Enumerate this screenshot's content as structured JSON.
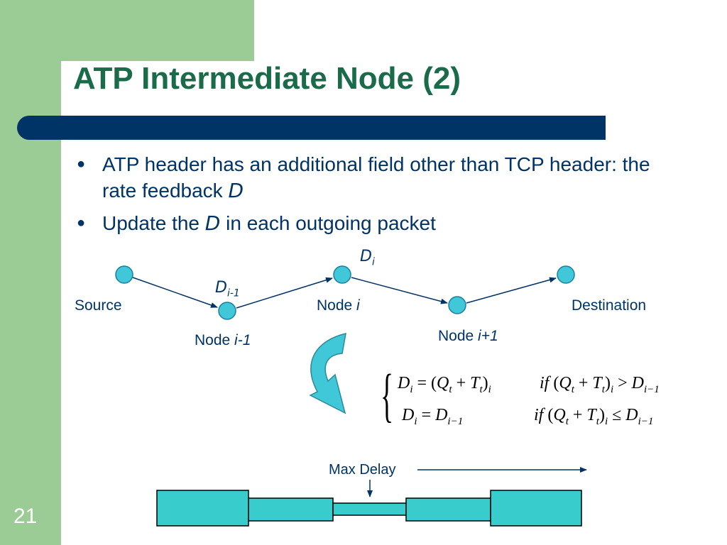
{
  "slide": {
    "title": "ATP Intermediate Node (2)",
    "page_number": "21"
  },
  "bullets": [
    {
      "text": "ATP header has an additional field other than TCP header: the rate feedback ",
      "var": "D"
    },
    {
      "text_before": "Update the ",
      "var": "D",
      "text_after": "  in each outgoing packet"
    }
  ],
  "diagram": {
    "source_label": "Source",
    "destination_label": "Destination",
    "node_prefix": "Node ",
    "node_i_minus_1": "i-1",
    "node_i": "i",
    "node_i_plus_1": "i+1",
    "d_letter": "D",
    "d_sub_i": "i",
    "d_sub_i_minus_1": "i-1"
  },
  "formula": {
    "row1_lhs": "D",
    "row1_lhs_sub": "i",
    "row1_eq": " = (",
    "row1_q": "Q",
    "row1_q_sub": "t",
    "row1_plus": " + ",
    "row1_t": "T",
    "row1_t_sub": "t",
    "row1_close": ")",
    "row1_close_sub": "i",
    "row1_if": "if",
    "row1_cond_open": " (",
    "row1_cond_q": "Q",
    "row1_cond_q_sub": "t",
    "row1_cond_plus": " + ",
    "row1_cond_t": "T",
    "row1_cond_t_sub": "t",
    "row1_cond_close": ")",
    "row1_cond_close_sub": "i",
    "row1_rel": " > ",
    "row1_rhs": "D",
    "row1_rhs_sub": "i−1",
    "row2_lhs": "D",
    "row2_lhs_sub": "i",
    "row2_eq": " = ",
    "row2_rhs": "D",
    "row2_rhs_sub": "i−1",
    "row2_if": "if",
    "row2_cond_open": " (",
    "row2_cond_q": "Q",
    "row2_cond_q_sub": "t",
    "row2_cond_plus": " + ",
    "row2_cond_t": "T",
    "row2_cond_t_sub": "t",
    "row2_cond_close": ")",
    "row2_cond_close_sub": "i",
    "row2_rel": " ≤ ",
    "row2_cond_rhs": "D",
    "row2_cond_rhs_sub": "i−1"
  },
  "max_delay_label": "Max Delay",
  "colors": {
    "green_sidebar": "#9ccc95",
    "title_green": "#1a6b4a",
    "navy": "#003366",
    "node_fill": "#40c8d8",
    "pipe_fill": "#38cccc"
  }
}
